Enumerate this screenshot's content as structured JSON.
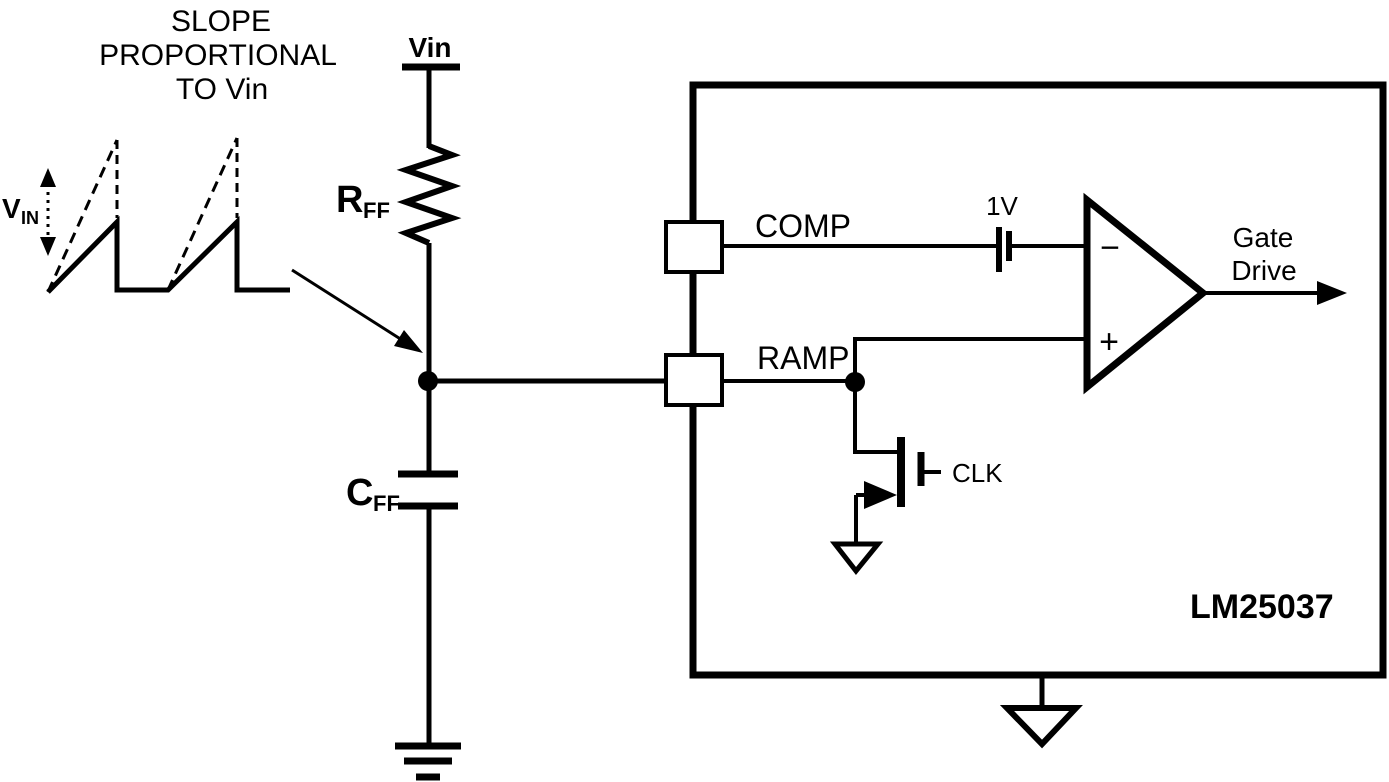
{
  "colors": {
    "ink": "#000000",
    "background": "#ffffff"
  },
  "annotation": {
    "slope_line1": "SLOPE",
    "slope_line2": "PROPORTIONAL",
    "slope_line3": "TO Vin"
  },
  "waveform": {
    "amplitude_label_main": "V",
    "amplitude_label_sub": "IN"
  },
  "feed_forward": {
    "supply_label": "Vin",
    "resistor_main": "R",
    "resistor_sub": "FF",
    "capacitor_main": "C",
    "capacitor_sub": "FF"
  },
  "ic": {
    "part_number": "LM25037",
    "pin_comp": "COMP",
    "pin_ramp": "RAMP",
    "offset_source": "1V",
    "comparator_minus": "−",
    "comparator_plus": "+",
    "clock_label": "CLK",
    "output_line1": "Gate",
    "output_line2": "Drive"
  }
}
